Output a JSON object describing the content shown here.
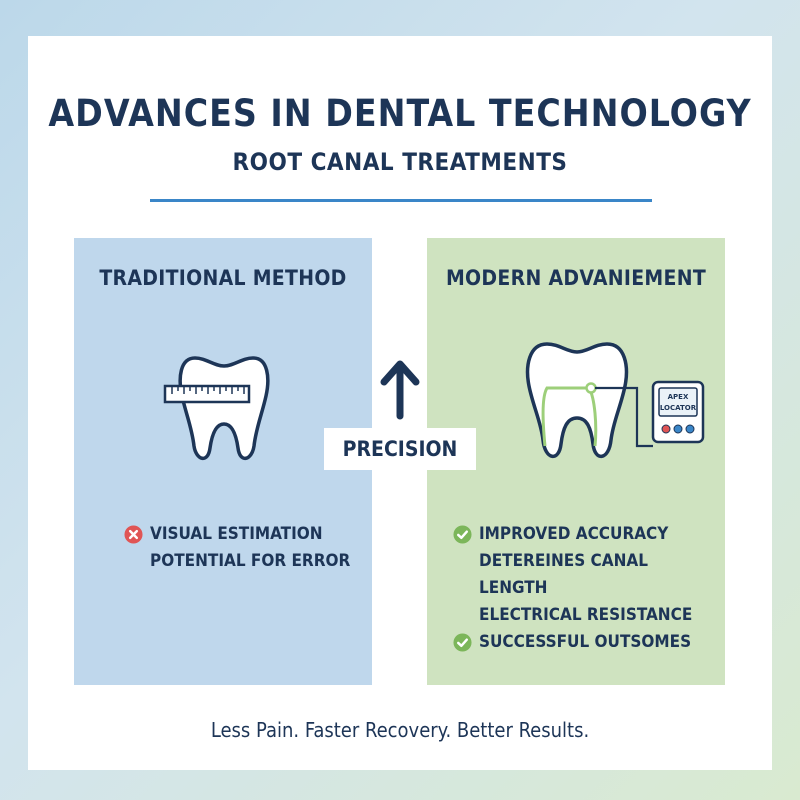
{
  "header": {
    "title": "ADVANCES IN DENTAL TECHNOLOGY",
    "subtitle": "ROOT CANAL TREATMENTS"
  },
  "traditional": {
    "heading": "TRADITIONAL METHOD",
    "points": [
      {
        "icon": "x-circle-icon",
        "text": "VISUAL ESTIMATION"
      },
      {
        "icon": "",
        "text": "POTENTIAL FOR ERROR"
      }
    ]
  },
  "modern": {
    "heading": "MODERN ADVANIEMENT",
    "device_label_1": "APEX",
    "device_label_2": "LOCATOR",
    "points": [
      {
        "icon": "check-circle-icon",
        "text": "IMPROVED ACCURACY"
      },
      {
        "icon": "",
        "text": "DETEREINES CANAL"
      },
      {
        "icon": "",
        "text": "LENGTH"
      },
      {
        "icon": "",
        "text": "ELECTRICAL RESISTANCE"
      },
      {
        "icon": "check-circle-icon",
        "text": "SUCCESSFUL OUTSOMES"
      }
    ]
  },
  "center": {
    "label": "PRECISION",
    "icon": "arrow-up-icon"
  },
  "footer": "Less Pain. Faster Recovery. Better Results.",
  "colors": {
    "navy": "#1d3557",
    "accent_blue": "#3a86c8",
    "panel_blue": "#bfd7ec",
    "panel_green": "#cfe3c0",
    "error_red": "#e05555",
    "success_green": "#7cb65a"
  }
}
